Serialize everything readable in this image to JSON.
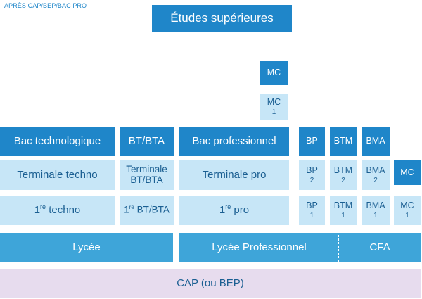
{
  "header": {
    "label": "APRÈS CAP/BEP/BAC PRO"
  },
  "top": {
    "etudes": "Études supérieures"
  },
  "mc_column": {
    "mc": "MC",
    "mc1_name": "MC",
    "mc1_year": "1"
  },
  "bac_row": {
    "bac_techno": "Bac technologique",
    "bt_bta": "BT/BTA",
    "bac_pro": "Bac professionnel",
    "bp": "BP",
    "btm": "BTM",
    "bma": "BMA"
  },
  "terminale_row": {
    "terminale_techno": "Terminale techno",
    "terminale_bt_line1": "Terminale",
    "terminale_bt_line2": "BT/BTA",
    "terminale_pro": "Terminale pro",
    "bp2_name": "BP",
    "bp2_year": "2",
    "btm2_name": "BTM",
    "btm2_year": "2",
    "bma2_name": "BMA",
    "bma2_year": "2",
    "mc_right": "MC"
  },
  "premiere_row": {
    "sup": "re",
    "techno": "techno",
    "bt": "BT/BTA",
    "pro": "pro",
    "ordinal": "1",
    "bp1_name": "BP",
    "bp1_year": "1",
    "btm1_name": "BTM",
    "btm1_year": "1",
    "bma1_name": "BMA",
    "bma1_year": "1",
    "mc1r_name": "MC",
    "mc1r_year": "1"
  },
  "base_row": {
    "lycee": "Lycée",
    "lycee_pro": "Lycée Professionnel",
    "cfa": "CFA"
  },
  "bottom": {
    "cap": "CAP (ou BEP)"
  },
  "colors": {
    "dark_blue": "#1f86c9",
    "light_blue": "#c7e6f7",
    "mid_blue": "#3ea5d9",
    "lavender": "#e7dcee"
  }
}
